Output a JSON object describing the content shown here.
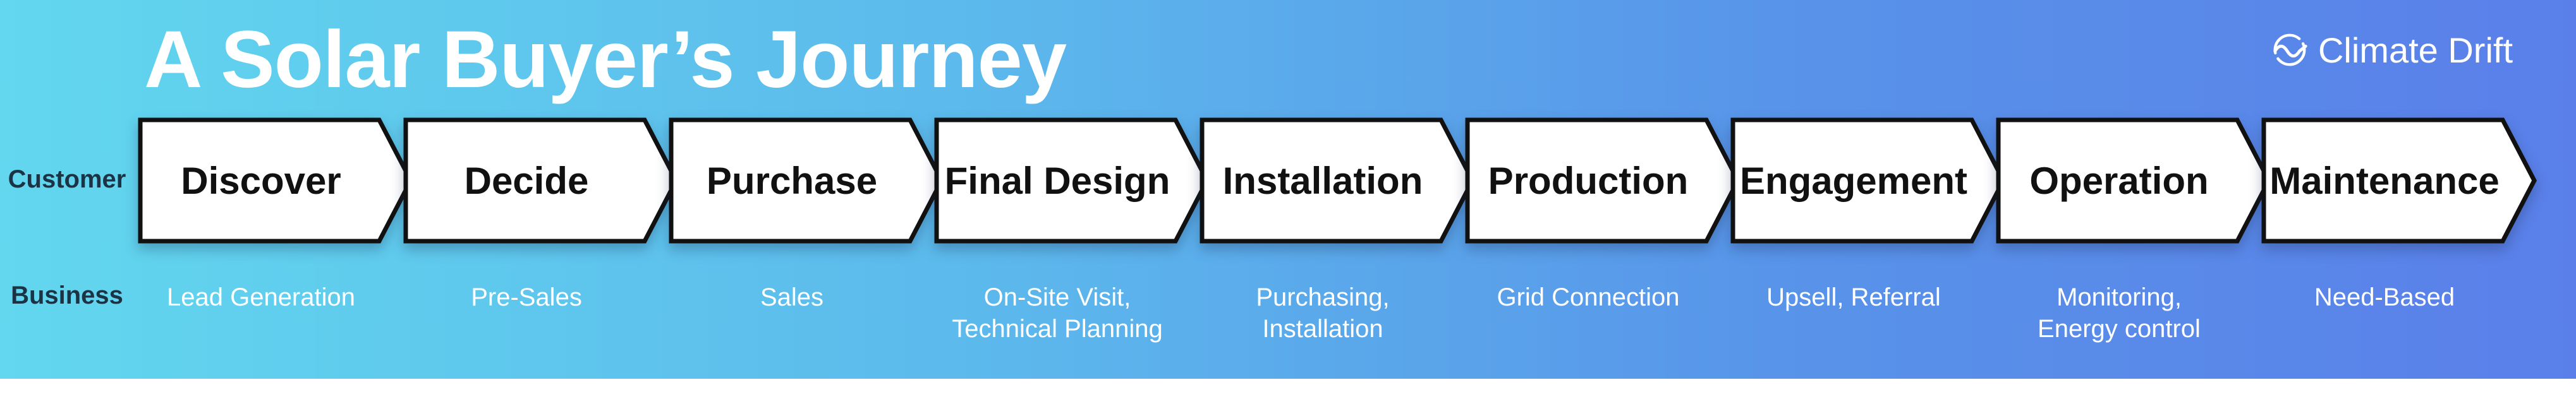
{
  "header": {
    "title": "A Solar Buyer’s Journey",
    "brand": "Climate Drift",
    "brand_icon": "climate-drift-logo-icon"
  },
  "rows": {
    "customer_label": "Customer",
    "business_label": "Business"
  },
  "stages": [
    {
      "label": "Discover",
      "business": "Lead Generation"
    },
    {
      "label": "Decide",
      "business": "Pre-Sales"
    },
    {
      "label": "Purchase",
      "business": "Sales"
    },
    {
      "label": "Final Design",
      "business": "On-Site Visit,\nTechnical Planning"
    },
    {
      "label": "Installation",
      "business": "Purchasing,\nInstallation"
    },
    {
      "label": "Production",
      "business": "Grid Connection"
    },
    {
      "label": "Engagement",
      "business": "Upsell, Referral"
    },
    {
      "label": "Operation",
      "business": "Monitoring,\nEnergy control"
    },
    {
      "label": "Maintenance",
      "business": "Need-Based"
    }
  ],
  "colors": {
    "gradient_start": "#62d7ee",
    "gradient_end": "#5a7fe9",
    "arrow_fill": "#ffffff",
    "arrow_stroke": "#111111",
    "row_label": "#1c3345"
  }
}
